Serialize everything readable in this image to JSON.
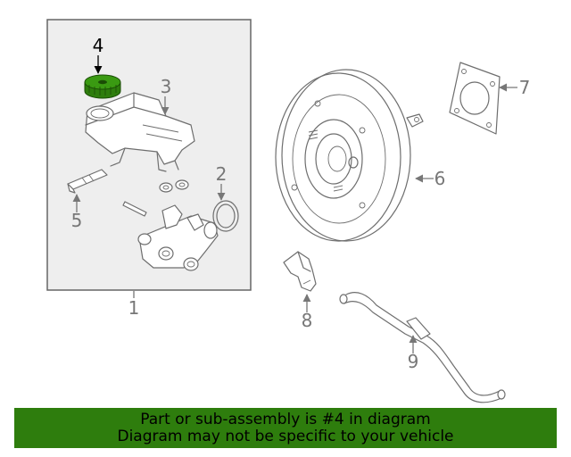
{
  "callouts": {
    "c1": "1",
    "c2": "2",
    "c3": "3",
    "c4": "4",
    "c5": "5",
    "c6": "6",
    "c7": "7",
    "c8": "8",
    "c9": "9"
  },
  "highlight": {
    "part": "4",
    "color": "#2e7d0d"
  },
  "banner": {
    "line1": "Part or sub-assembly is #4 in diagram",
    "line2": "Diagram may not be specific to your vehicle",
    "background": "#2e7d0d"
  }
}
